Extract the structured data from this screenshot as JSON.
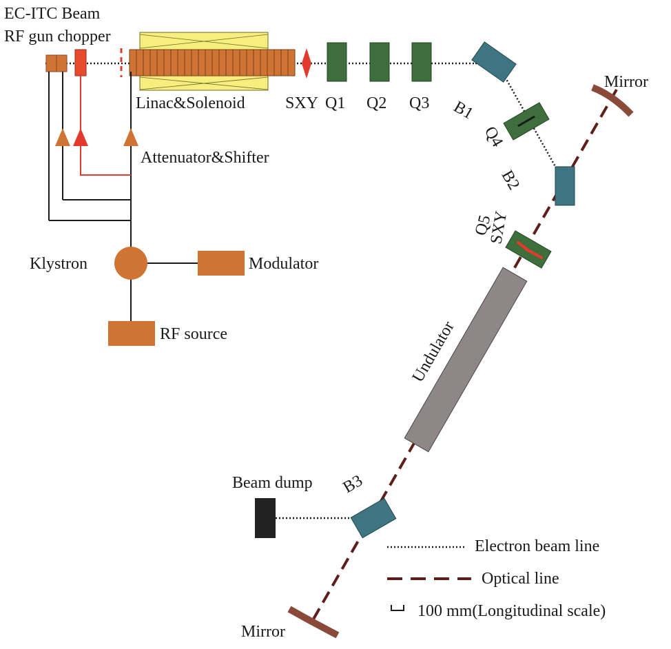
{
  "title_line1": "EC-ITC Beam",
  "title_line2": "RF gun chopper",
  "components": {
    "linac_solenoid": "Linac&Solenoid",
    "sxy1": "SXY",
    "q1": "Q1",
    "q2": "Q2",
    "q3": "Q3",
    "b1": "B1",
    "q4": "Q4",
    "b2": "B2",
    "q5": "Q5",
    "sxy2": "SXY",
    "undulator": "Undulator",
    "b3": "B3",
    "beam_dump": "Beam dump",
    "mirror_top": "Mirror",
    "mirror_bottom": "Mirror"
  },
  "rf_system": {
    "attenuator": "Attenuator&Shifter",
    "klystron": "Klystron",
    "modulator": "Modulator",
    "rf_source": "RF source"
  },
  "legend": {
    "electron_beam": "Electron beam line",
    "optical_line": "Optical line",
    "scale": "100 mm(Longitudinal scale)"
  },
  "colors": {
    "copper": "#cf7434",
    "red": "#e23a2c",
    "yellow": "#f6ee7d",
    "quad_green": "#3d6e3c",
    "bend_teal": "#3f7582",
    "undulator_gray": "#8e8687",
    "optical": "#5e1f1a",
    "dump": "#222222"
  }
}
